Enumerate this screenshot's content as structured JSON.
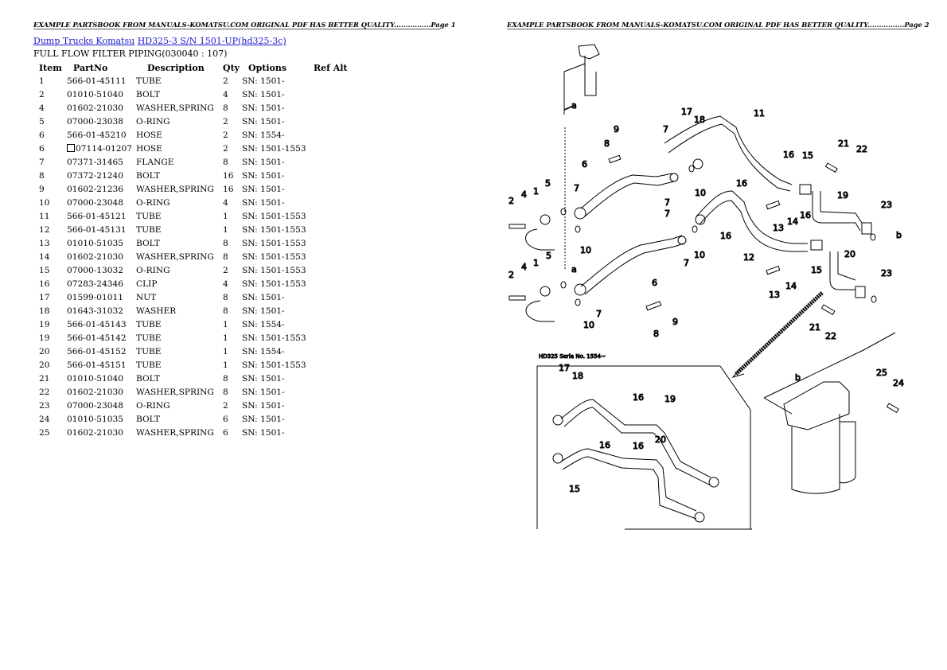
{
  "page1": {
    "header": "EXAMPLE PARTSBOOK FROM MANUALS-KOMATSU.COM ORIGINAL PDF HAS BETTER QUALITY................Page 1",
    "breadcrumb": {
      "link1": "Dump Trucks Komatsu",
      "link2": "HD325-3 S/N 1501-UP(hd325-3c)"
    },
    "subtitle": "FULL FLOW FILTER PIPING(030040 : 107)",
    "table": {
      "headers": [
        "Item",
        "PartNo",
        "Description",
        "Qty",
        "Options",
        "Ref Alt"
      ],
      "rows": [
        {
          "item": "1",
          "part": "566-01-45111",
          "desc": "TUBE",
          "qty": "2",
          "opt": "SN: 1501-",
          "ref": ""
        },
        {
          "item": "2",
          "part": "01010-51040",
          "desc": "BOLT",
          "qty": "4",
          "opt": "SN: 1501-",
          "ref": ""
        },
        {
          "item": "4",
          "part": "01602-21030",
          "desc": "WASHER,SPRING",
          "qty": "8",
          "opt": "SN: 1501-",
          "ref": ""
        },
        {
          "item": "5",
          "part": "07000-23038",
          "desc": "O-RING",
          "qty": "2",
          "opt": "SN: 1501-",
          "ref": ""
        },
        {
          "item": "6",
          "part": "566-01-45210",
          "desc": "HOSE",
          "qty": "2",
          "opt": "SN: 1554-",
          "ref": ""
        },
        {
          "item": "6",
          "part": "07114-01207",
          "desc": "HOSE",
          "qty": "2",
          "opt": "SN: 1501-1553",
          "ref": "",
          "note_box": true
        },
        {
          "item": "7",
          "part": "07371-31465",
          "desc": "FLANGE",
          "qty": "8",
          "opt": "SN: 1501-",
          "ref": ""
        },
        {
          "item": "8",
          "part": "07372-21240",
          "desc": "BOLT",
          "qty": "16",
          "opt": "SN: 1501-",
          "ref": ""
        },
        {
          "item": "9",
          "part": "01602-21236",
          "desc": "WASHER,SPRING",
          "qty": "16",
          "opt": "SN: 1501-",
          "ref": ""
        },
        {
          "item": "10",
          "part": "07000-23048",
          "desc": "O-RING",
          "qty": "4",
          "opt": "SN: 1501-",
          "ref": ""
        },
        {
          "item": "11",
          "part": "566-01-45121",
          "desc": "TUBE",
          "qty": "1",
          "opt": "SN: 1501-1553",
          "ref": ""
        },
        {
          "item": "12",
          "part": "566-01-45131",
          "desc": "TUBE",
          "qty": "1",
          "opt": "SN: 1501-1553",
          "ref": ""
        },
        {
          "item": "13",
          "part": "01010-51035",
          "desc": "BOLT",
          "qty": "8",
          "opt": "SN: 1501-1553",
          "ref": ""
        },
        {
          "item": "14",
          "part": "01602-21030",
          "desc": "WASHER,SPRING",
          "qty": "8",
          "opt": "SN: 1501-1553",
          "ref": ""
        },
        {
          "item": "15",
          "part": "07000-13032",
          "desc": "O-RING",
          "qty": "2",
          "opt": "SN: 1501-1553",
          "ref": ""
        },
        {
          "item": "16",
          "part": "07283-24346",
          "desc": "CLIP",
          "qty": "4",
          "opt": "SN: 1501-1553",
          "ref": ""
        },
        {
          "item": "17",
          "part": "01599-01011",
          "desc": "NUT",
          "qty": "8",
          "opt": "SN: 1501-",
          "ref": ""
        },
        {
          "item": "18",
          "part": "01643-31032",
          "desc": "WASHER",
          "qty": "8",
          "opt": "SN: 1501-",
          "ref": ""
        },
        {
          "item": "19",
          "part": "566-01-45143",
          "desc": "TUBE",
          "qty": "1",
          "opt": "SN: 1554-",
          "ref": ""
        },
        {
          "item": "19",
          "part": "566-01-45142",
          "desc": "TUBE",
          "qty": "1",
          "opt": "SN: 1501-1553",
          "ref": ""
        },
        {
          "item": "20",
          "part": "566-01-45152",
          "desc": "TUBE",
          "qty": "1",
          "opt": "SN: 1554-",
          "ref": ""
        },
        {
          "item": "20",
          "part": "566-01-45151",
          "desc": "TUBE",
          "qty": "1",
          "opt": "SN: 1501-1553",
          "ref": ""
        },
        {
          "item": "21",
          "part": "01010-51040",
          "desc": "BOLT",
          "qty": "8",
          "opt": "SN: 1501-",
          "ref": ""
        },
        {
          "item": "22",
          "part": "01602-21030",
          "desc": "WASHER,SPRING",
          "qty": "8",
          "opt": "SN: 1501-",
          "ref": ""
        },
        {
          "item": "23",
          "part": "07000-23048",
          "desc": "O-RING",
          "qty": "2",
          "opt": "SN: 1501-",
          "ref": ""
        },
        {
          "item": "24",
          "part": "01010-51035",
          "desc": "BOLT",
          "qty": "6",
          "opt": "SN: 1501-",
          "ref": ""
        },
        {
          "item": "25",
          "part": "01602-21030",
          "desc": "WASHER,SPRING",
          "qty": "6",
          "opt": "SN: 1501-",
          "ref": ""
        }
      ]
    }
  },
  "page2": {
    "header": "EXAMPLE PARTSBOOK FROM MANUALS-KOMATSU.COM ORIGINAL PDF HAS BETTER QUALITY................Page 2",
    "diagram": {
      "inset_caption": "HD325  Seria  No. 1554~",
      "view_labels": [
        "a",
        "a",
        "b",
        "b"
      ],
      "callouts": [
        "1",
        "2",
        "4",
        "5",
        "6",
        "7",
        "8",
        "9",
        "10",
        "11",
        "12",
        "13",
        "14",
        "15",
        "16",
        "17",
        "18",
        "19",
        "20",
        "21",
        "22",
        "23",
        "24",
        "25"
      ]
    }
  }
}
